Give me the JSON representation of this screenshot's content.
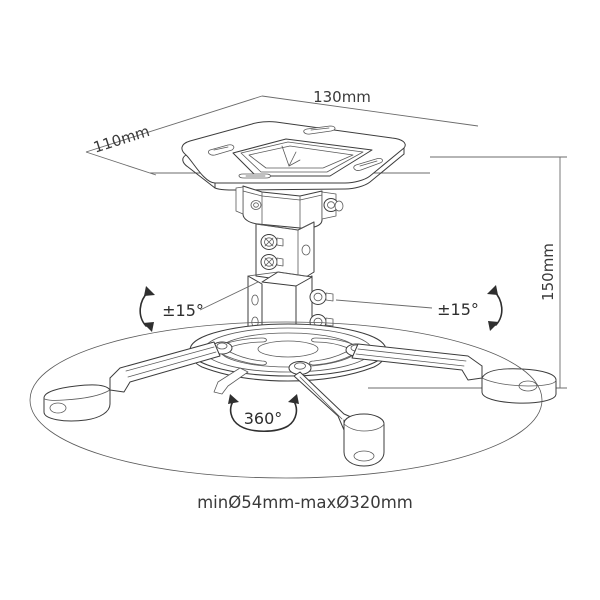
{
  "drawing": {
    "title": "Projector ceiling mount dimensioned isometric drawing",
    "background_color": "#ffffff",
    "line_color": "#3c3c3c",
    "text_color": "#3a3a3a"
  },
  "dimensions": {
    "width_label": "130mm",
    "depth_label": "110mm",
    "height_label": "150mm"
  },
  "angles": {
    "tilt_left_label": "±15°",
    "tilt_right_label": "±15°",
    "rotation_label": "360°"
  },
  "caption": {
    "span_label": "minØ54mm-maxØ320mm"
  },
  "icons": {
    "tilt_left": "curved-double-arrow-left-icon",
    "tilt_right": "curved-double-arrow-right-icon",
    "rotation": "circular-double-arrow-icon"
  }
}
